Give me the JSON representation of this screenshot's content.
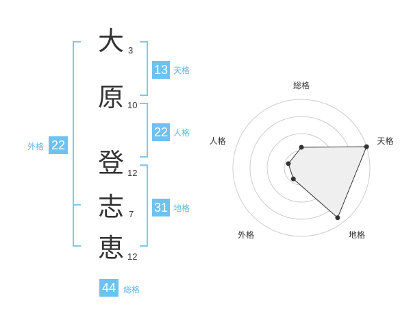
{
  "name": {
    "characters": [
      {
        "char": "大",
        "strokes": "3"
      },
      {
        "char": "原",
        "strokes": "10"
      },
      {
        "char": "登",
        "strokes": "12"
      },
      {
        "char": "志",
        "strokes": "7"
      },
      {
        "char": "恵",
        "strokes": "12"
      }
    ]
  },
  "fortune": {
    "tenkaku": {
      "value": "13",
      "label": "天格"
    },
    "jinkaku": {
      "value": "22",
      "label": "人格"
    },
    "chikaku": {
      "value": "31",
      "label": "地格"
    },
    "gaikaku": {
      "value": "22",
      "label": "外格"
    },
    "soukaku": {
      "value": "44",
      "label": "総格"
    }
  },
  "colors": {
    "accent": "#6cc2f0",
    "bracket": "#7cc8f2",
    "radar_fill": "#efefef",
    "radar_grid": "#cccccc"
  },
  "chart_data": {
    "type": "radar",
    "axes": [
      "総格",
      "天格",
      "地格",
      "外格",
      "人格"
    ],
    "values": [
      0.3,
      1.0,
      0.9,
      0.2,
      0.2
    ],
    "range": [
      0,
      1
    ],
    "rings": 4
  }
}
